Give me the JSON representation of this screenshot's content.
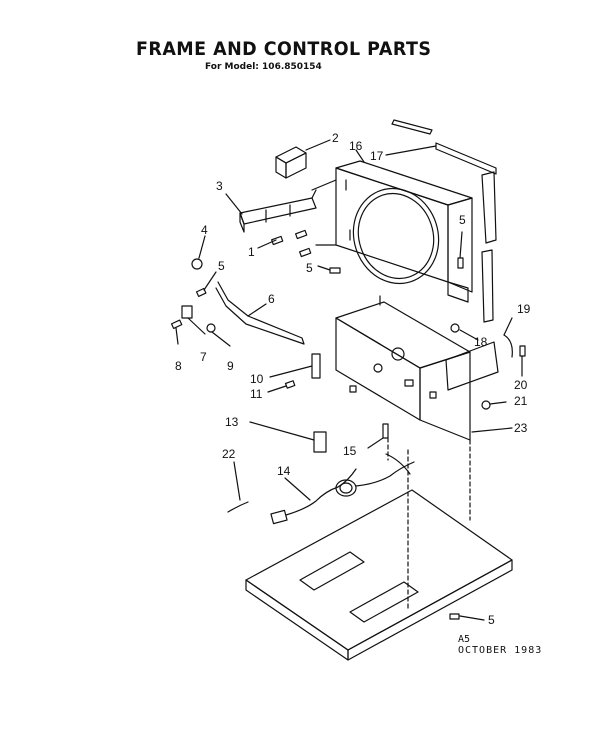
{
  "header": {
    "title": "FRAME AND CONTROL PARTS",
    "subtitle": "For Model: 106.850154"
  },
  "footer": {
    "code": "A5",
    "date": "OCTOBER 1983"
  },
  "callouts": [
    "2",
    "3",
    "4",
    "1",
    "5",
    "5",
    "6",
    "8",
    "7",
    "9",
    "10",
    "11",
    "13",
    "15",
    "16",
    "17",
    "5",
    "19",
    "18",
    "20",
    "21",
    "23",
    "22",
    "14",
    "5"
  ],
  "colors": {
    "ink": "#111111",
    "paper": "#ffffff"
  }
}
